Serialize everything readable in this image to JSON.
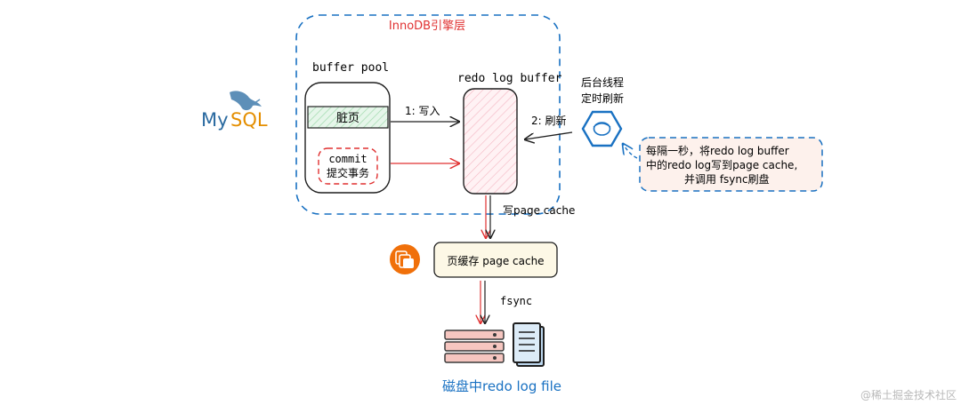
{
  "engine_layer": {
    "title": "InnoDB引擎层"
  },
  "mysql_logo": {
    "label_my": "My",
    "label_sql": "SQL",
    "icon": "dolphin-icon"
  },
  "buffer_pool": {
    "title": "buffer pool",
    "dirty_page": "脏页",
    "commit_line1": "commit",
    "commit_line2": "提交事务"
  },
  "redo_log_buffer": {
    "title": "redo log buffer"
  },
  "background_thread": {
    "line1": "后台线程",
    "line2": "定时刷新",
    "icon": "hexagon-service-icon"
  },
  "note": {
    "line1": "每隔一秒，将redo log buffer",
    "line2": "中的redo log写到page cache,",
    "line3": "并调用 fsync刷盘"
  },
  "arrows": {
    "write_label": "1:  写入",
    "flush_label": "2:  刷新",
    "write_page_cache_label": "写page cache",
    "fsync_label": "fsync"
  },
  "page_cache": {
    "label": "页缓存 page cache",
    "icon": "layers-icon"
  },
  "disk": {
    "label": "磁盘中redo log file",
    "icons": [
      "server-icon",
      "file-icon"
    ]
  },
  "watermark": {
    "text": "@稀土掘金技术社区"
  },
  "colors": {
    "blue_dash": "#1971c2",
    "red": "#e03131",
    "green_fill": "#d3f0dc",
    "pink_fill": "#fde3e8",
    "cream_fill": "#fdf8e6",
    "note_fill": "#fdf1ec",
    "orange": "#f0700a"
  }
}
